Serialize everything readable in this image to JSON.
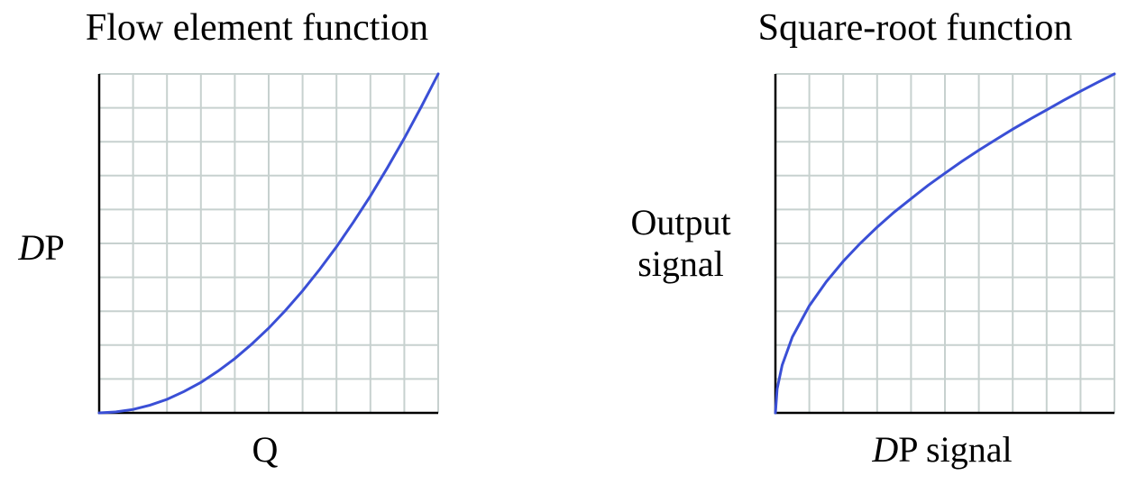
{
  "chart_data": [
    {
      "type": "line",
      "title": "Flow element function",
      "xlabel": "Q",
      "ylabel": {
        "italic": "D",
        "rest": "P"
      },
      "xlim": [
        0,
        10
      ],
      "ylim": [
        0,
        10
      ],
      "grid": true,
      "series": [
        {
          "color": "#3a4fd6",
          "x": [
            0,
            0.5,
            1,
            1.5,
            2,
            2.5,
            3,
            3.5,
            4,
            4.5,
            5,
            5.5,
            6,
            6.5,
            7,
            7.5,
            8,
            8.5,
            9,
            9.5,
            10
          ],
          "y": [
            0,
            0.03,
            0.1,
            0.23,
            0.4,
            0.63,
            0.9,
            1.23,
            1.6,
            2.03,
            2.5,
            3.03,
            3.6,
            4.23,
            4.9,
            5.63,
            6.4,
            7.23,
            8.1,
            9.03,
            10
          ]
        }
      ]
    },
    {
      "type": "line",
      "title": "Square-root function",
      "xlabel": {
        "italic": "D",
        "rest": "P signal"
      },
      "ylabel": [
        "Output",
        "signal"
      ],
      "xlim": [
        0,
        10
      ],
      "ylim": [
        0,
        10
      ],
      "grid": true,
      "series": [
        {
          "color": "#3a4fd6",
          "x": [
            0,
            0.05,
            0.2,
            0.5,
            1,
            1.5,
            2,
            2.5,
            3,
            3.5,
            4,
            4.5,
            5,
            5.5,
            6,
            6.5,
            7,
            7.5,
            8,
            8.5,
            9,
            9.5,
            10
          ],
          "y": [
            0,
            0.71,
            1.41,
            2.24,
            3.16,
            3.87,
            4.47,
            5.0,
            5.48,
            5.92,
            6.32,
            6.71,
            7.07,
            7.42,
            7.75,
            8.06,
            8.37,
            8.66,
            8.94,
            9.22,
            9.49,
            9.75,
            10
          ]
        }
      ]
    }
  ]
}
